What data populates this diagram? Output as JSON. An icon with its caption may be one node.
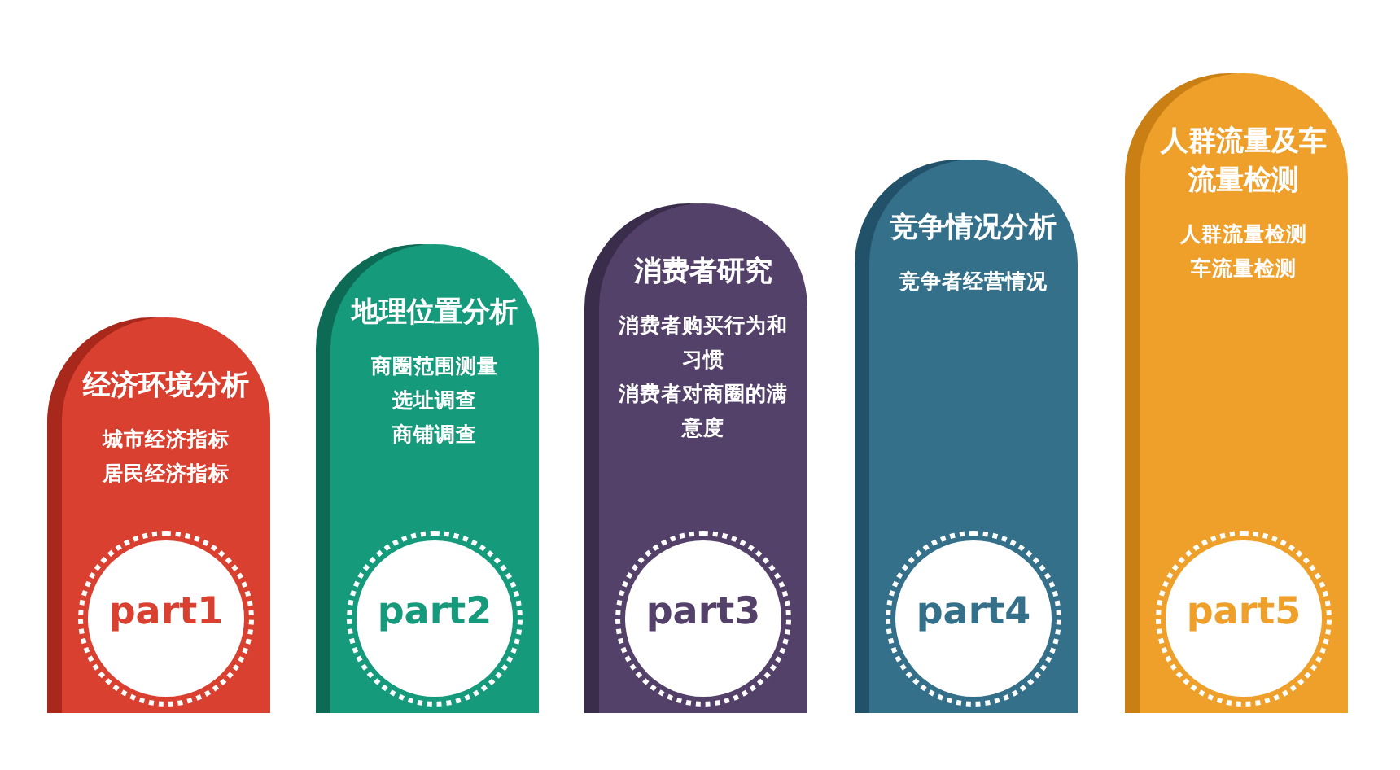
{
  "diagram": {
    "nodes": [
      {
        "text": [
          "经济环境分析",
          "城市经济指标",
          "居民经济指标"
        ]
      },
      {
        "text": [
          "part1"
        ],
        "in": 0
      },
      {
        "text": [
          "地理位置分析",
          "商圈范围测量",
          "选址调查",
          "商铺调查"
        ]
      },
      {
        "text": [
          "part2"
        ],
        "in": 2
      },
      {
        "text": [
          "消费者研究",
          "消费者购买行为和习惯",
          "消费者对商圈的满意度"
        ]
      },
      {
        "text": [
          "part3"
        ],
        "in": 4
      },
      {
        "text": [
          "竞争情况分析",
          "竞争者经营情况"
        ]
      },
      {
        "text": [
          "part4"
        ],
        "in": 6
      },
      {
        "text": [
          "人群流量及车流量检测",
          "人群流量检测",
          "车流量检测"
        ]
      },
      {
        "text": [
          "part5"
        ],
        "in": 8
      }
    ],
    "edges": []
  }
}
